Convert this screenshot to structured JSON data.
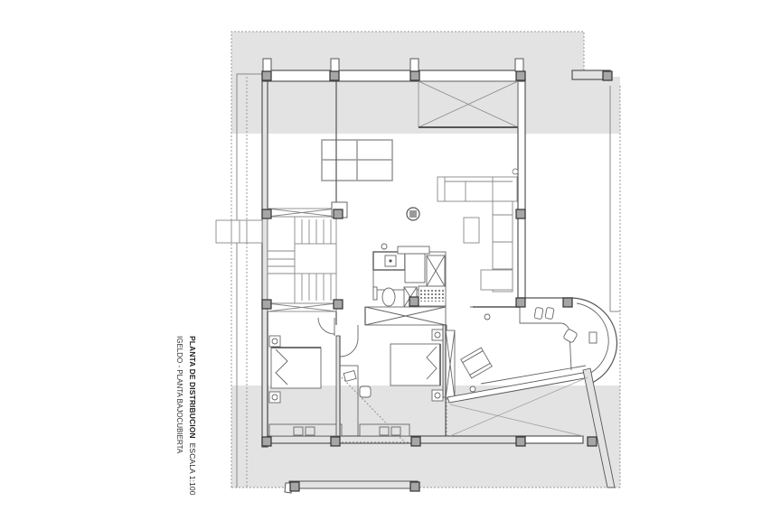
{
  "document": {
    "title": "PLANTA DE DISTRIBUCION",
    "scale": "ESCALA 1:100",
    "subtitle": "IGELDO - PLANTA BAJOCUBIERTA"
  },
  "colors": {
    "background": "#ffffff",
    "shaded_area": "#e3e3e3",
    "wall_line": "#555555",
    "column_fill": "#a6a6a6",
    "column_stroke": "#333333",
    "furniture_line": "#7a7a7a",
    "dashed_outline": "#999999"
  },
  "plan": {
    "rooms": [
      {
        "id": "living-room",
        "features": [
          "dining-table-4-panels",
          "l-shaped-sofa",
          "coffee-table",
          "round-column-fixture"
        ]
      },
      {
        "id": "staircase",
        "features": [
          "u-shaped-stairs",
          "exterior-stair"
        ]
      },
      {
        "id": "bathroom",
        "features": [
          "toilet",
          "sink",
          "shower",
          "wardrobe"
        ]
      },
      {
        "id": "bedroom-left",
        "features": [
          "double-bed",
          "nightstands"
        ]
      },
      {
        "id": "bedroom-right",
        "features": [
          "double-bed",
          "nightstands"
        ]
      },
      {
        "id": "study-corridor",
        "features": [
          "desk",
          "chair"
        ]
      },
      {
        "id": "curved-office",
        "features": [
          "armchair",
          "desk-chairs",
          "curved-wall",
          "side-table"
        ]
      },
      {
        "id": "terraces",
        "features": [
          "shaded-bands",
          "skylight-voids"
        ]
      }
    ]
  }
}
